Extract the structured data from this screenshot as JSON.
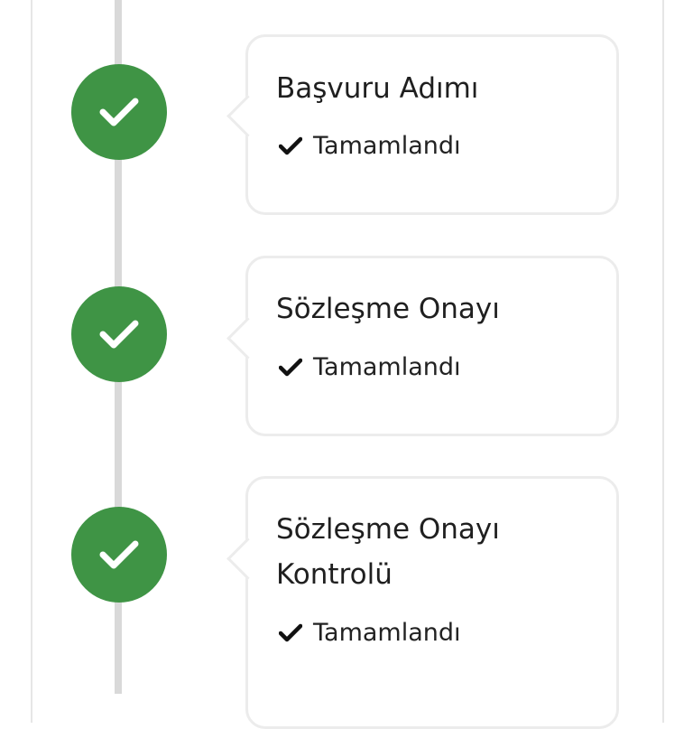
{
  "steps": [
    {
      "title_line1": "Başvuru Adımı",
      "title_line2": "",
      "status": "Tamamlandı",
      "icon": "check-icon",
      "color": "#3f9445"
    },
    {
      "title_line1": "Sözleşme Onayı",
      "title_line2": "",
      "status": "Tamamlandı",
      "icon": "check-icon",
      "color": "#3f9445"
    },
    {
      "title_line1": "Sözleşme Onayı",
      "title_line2": "Kontrolü",
      "status": "Tamamlandı",
      "icon": "check-icon",
      "color": "#3f9445"
    }
  ]
}
